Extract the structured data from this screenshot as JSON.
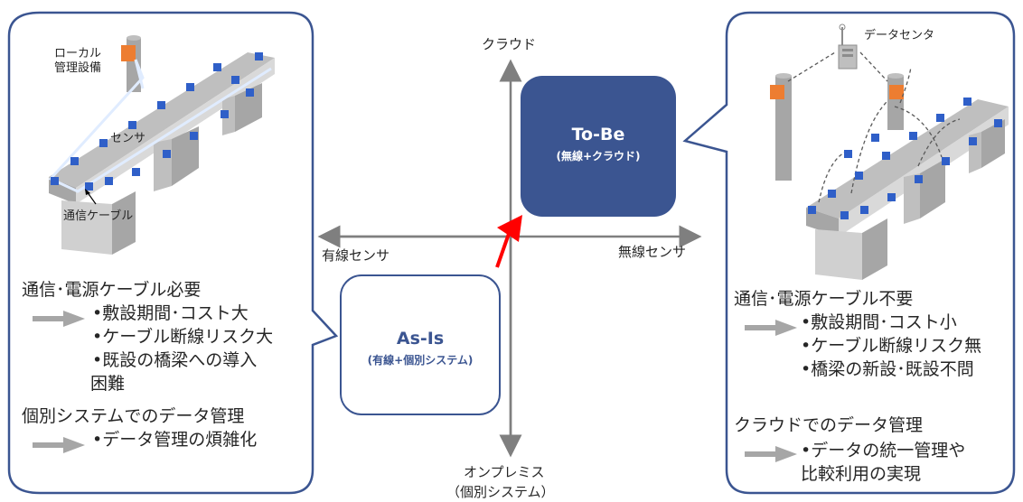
{
  "axis": {
    "top": "クラウド",
    "bottom_line1": "オンプレミス",
    "bottom_line2": "（個別システム）",
    "left": "有線センサ",
    "right": "無線センサ"
  },
  "tobe": {
    "title": "To-Be",
    "subtitle": "(無線+クラウド)"
  },
  "asis": {
    "title": "As-Is",
    "subtitle": "(有線+個別システム)"
  },
  "left_panel": {
    "local_facility_line1": "ローカル",
    "local_facility_line2": "管理設備",
    "sensor_label": "センサ",
    "cable_label": "通信ケーブル",
    "heading1": "通信･電源ケーブル必要",
    "bullets1": [
      "•敷設期間･コスト大",
      "•ケーブル断線リスク大",
      "•既設の橋梁への導入",
      "困難"
    ],
    "heading2": "個別システムでのデータ管理",
    "bullets2": [
      "•データ管理の煩雑化"
    ]
  },
  "right_panel": {
    "datacenter_label": "データセンタ",
    "heading1": "通信･電源ケーブル不要",
    "bullets1": [
      "•敷設期間･コスト小",
      "•ケーブル断線リスク無",
      "•橋梁の新設･既設不問"
    ],
    "heading2": "クラウドでのデータ管理",
    "bullets2": [
      "•データの統一管理や",
      "比較利用の実現"
    ]
  },
  "colors": {
    "panel_border": "#3b5591",
    "tobe_fill": "#3b5591",
    "axis": "#7f7f7f",
    "arrow_red": "#ff0000",
    "sensor_blue": "#2f5fc8",
    "device_orange": "#ed7d31",
    "gray_arrow": "#a6a6a6"
  }
}
